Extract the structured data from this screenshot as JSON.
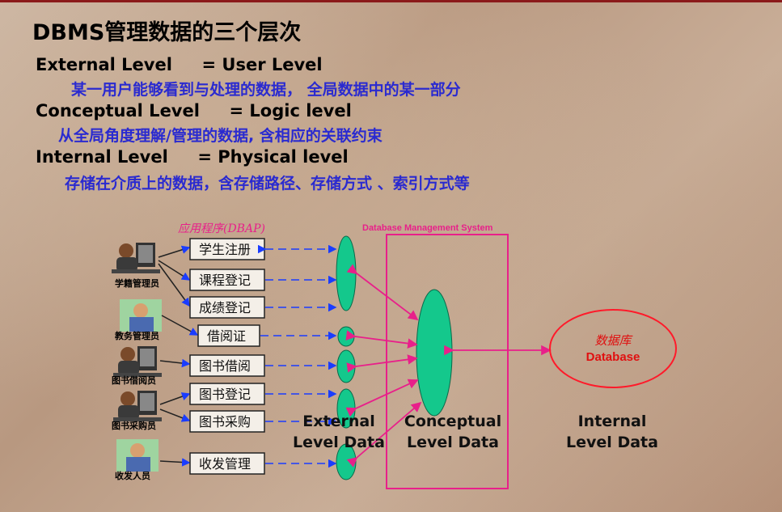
{
  "title": "DBMS管理数据的三个层次",
  "levels": [
    {
      "name": "External Level",
      "eq": "=",
      "alias": "User Level",
      "desc": "某一用户能够看到与处理的数据， 全局数据中的某一部分"
    },
    {
      "name": "Conceptual Level",
      "eq": "=",
      "alias": "Logic level",
      "desc": "从全局角度理解/管理的数据, 含相应的关联约束"
    },
    {
      "name": "Internal Level",
      "eq": "=",
      "alias": "Physical level",
      "desc": "存储在介质上的数据，含存储路径、存储方式 、索引方式等"
    }
  ],
  "diagram": {
    "app_header": "应用程序(DBAP)",
    "dbms_header": "Database Management System",
    "apps": [
      "学生注册",
      "课程登记",
      "成绩登记",
      "借阅证",
      "图书借阅",
      "图书登记",
      "图书采购",
      "收发管理"
    ],
    "users": [
      "学籍管理员",
      "教务管理员",
      "图书借阅员",
      "图书采购员",
      "收发人员"
    ],
    "db_cn": "数据库",
    "db_en": "Database",
    "external_label": [
      "External",
      "Level Data"
    ],
    "conceptual_label": [
      "Conceptual",
      "Level Data"
    ],
    "internal_label": [
      "Internal",
      "Level Data"
    ]
  },
  "colors": {
    "ellipse": "#14c88c",
    "dbms_box": "#e8208a",
    "arrow": "#1a3cff",
    "db_ring": "#ff1a2a",
    "db_text": "#e01010"
  }
}
